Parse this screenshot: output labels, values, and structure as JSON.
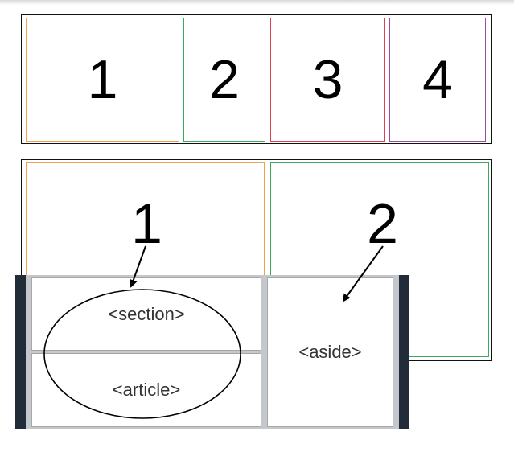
{
  "row1": {
    "cells": [
      {
        "label": "1",
        "color": "#f0a050"
      },
      {
        "label": "2",
        "color": "#3aaa5a"
      },
      {
        "label": "3",
        "color": "#e0404a"
      },
      {
        "label": "4",
        "color": "#9a4aa0"
      }
    ]
  },
  "row2": {
    "cells": [
      {
        "label": "1",
        "color": "#f0a050"
      },
      {
        "label": "2",
        "color": "#3aaa5a"
      }
    ]
  },
  "elements": {
    "section": "<section>",
    "article": "<article>",
    "aside": "<aside>"
  },
  "colors": {
    "panel_bar": "#222b38",
    "panel_bg": "#c4c7cb"
  }
}
